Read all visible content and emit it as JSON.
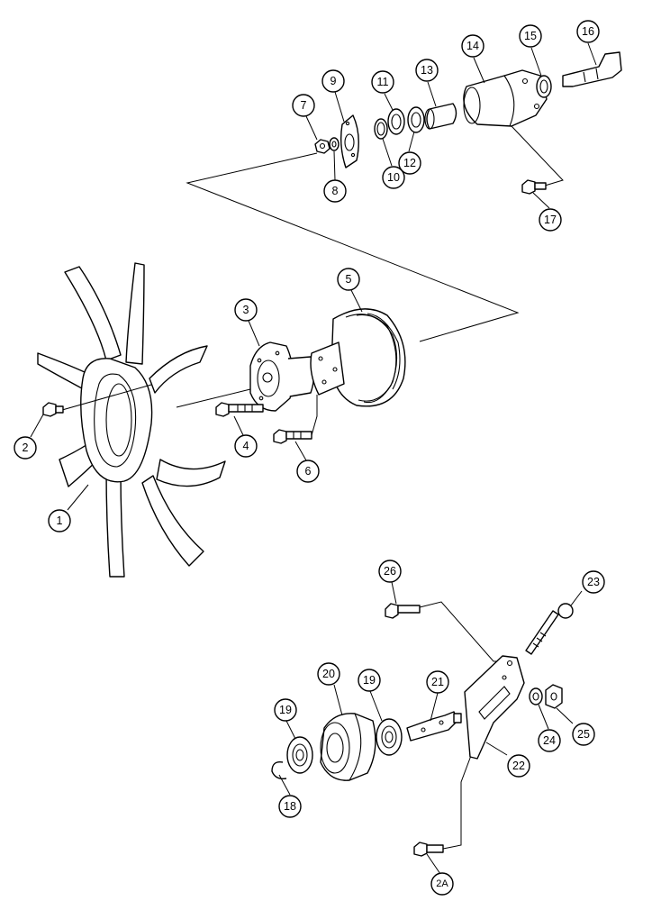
{
  "diagram": {
    "callouts": [
      {
        "id": "c1",
        "label": "1"
      },
      {
        "id": "c2",
        "label": "2"
      },
      {
        "id": "c2a",
        "label": "2A"
      },
      {
        "id": "c3",
        "label": "3"
      },
      {
        "id": "c4",
        "label": "4"
      },
      {
        "id": "c5",
        "label": "5"
      },
      {
        "id": "c6",
        "label": "6"
      },
      {
        "id": "c7",
        "label": "7"
      },
      {
        "id": "c8",
        "label": "8"
      },
      {
        "id": "c9",
        "label": "9"
      },
      {
        "id": "c10",
        "label": "10"
      },
      {
        "id": "c11",
        "label": "11"
      },
      {
        "id": "c12",
        "label": "12"
      },
      {
        "id": "c13",
        "label": "13"
      },
      {
        "id": "c14",
        "label": "14"
      },
      {
        "id": "c15",
        "label": "15"
      },
      {
        "id": "c16",
        "label": "16"
      },
      {
        "id": "c17",
        "label": "17"
      },
      {
        "id": "c18",
        "label": "18"
      },
      {
        "id": "c19a",
        "label": "19"
      },
      {
        "id": "c19b",
        "label": "19"
      },
      {
        "id": "c20",
        "label": "20"
      },
      {
        "id": "c21",
        "label": "21"
      },
      {
        "id": "c22",
        "label": "22"
      },
      {
        "id": "c23",
        "label": "23"
      },
      {
        "id": "c24",
        "label": "24"
      },
      {
        "id": "c25",
        "label": "25"
      },
      {
        "id": "c26",
        "label": "26"
      }
    ]
  }
}
